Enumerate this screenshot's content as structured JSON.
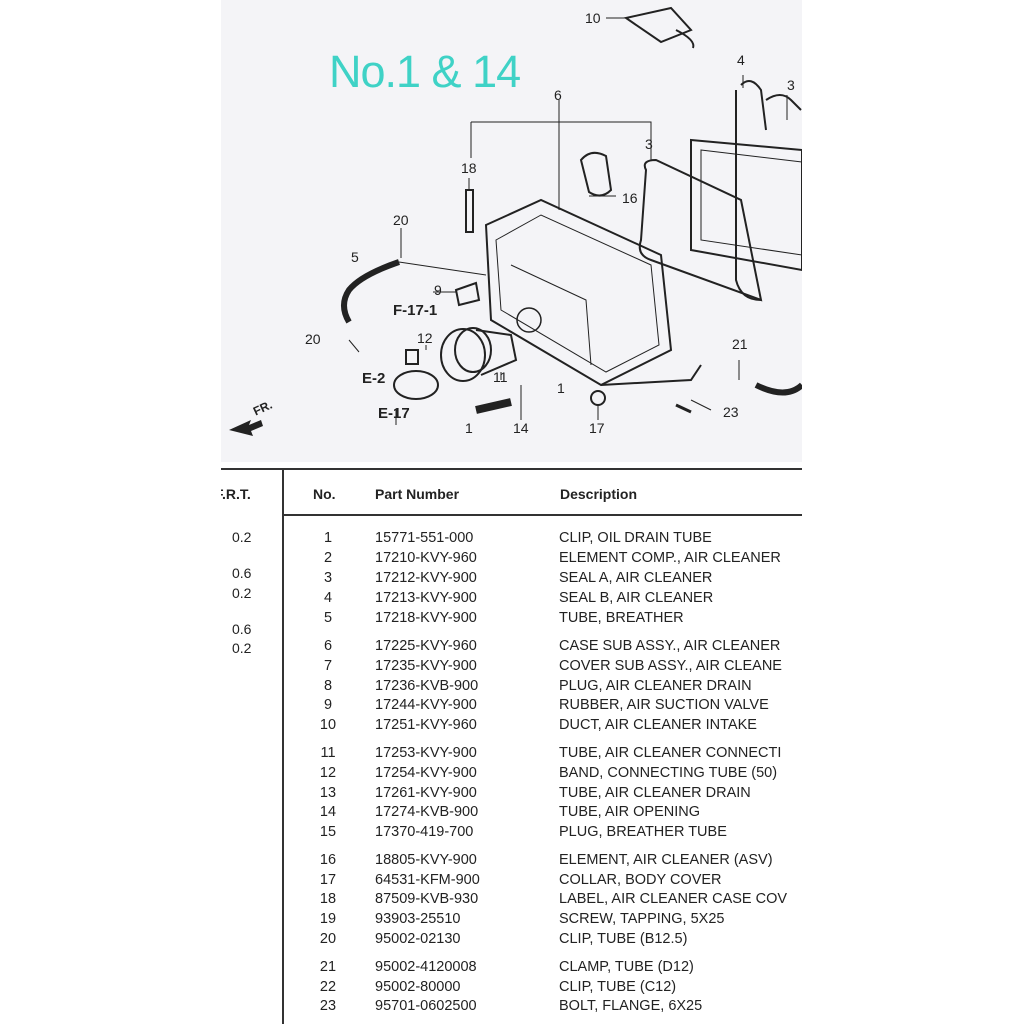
{
  "overlay_title": "No.1 & 14",
  "diagram": {
    "callouts": [
      "10",
      "4",
      "3",
      "6",
      "3",
      "18",
      "16",
      "20",
      "5",
      "9",
      "F-17-1",
      "20",
      "12",
      "E-2",
      "11",
      "1",
      "21",
      "E-17",
      "1",
      "14",
      "17",
      "23"
    ],
    "fr_label": "FR."
  },
  "table": {
    "headers": {
      "frt": "F.R.T.",
      "no": "No.",
      "part_number": "Part Number",
      "description": "Description"
    },
    "frt_values": [
      "0.2",
      "0.6",
      "0.2",
      "0.6",
      "0.2"
    ],
    "rows": [
      {
        "no": "1",
        "part": "15771-551-000",
        "desc": "CLIP, OIL DRAIN TUBE"
      },
      {
        "no": "2",
        "part": "17210-KVY-960",
        "desc": "ELEMENT COMP., AIR CLEANER"
      },
      {
        "no": "3",
        "part": "17212-KVY-900",
        "desc": "SEAL A, AIR CLEANER"
      },
      {
        "no": "4",
        "part": "17213-KVY-900",
        "desc": "SEAL B, AIR CLEANER"
      },
      {
        "no": "5",
        "part": "17218-KVY-900",
        "desc": "TUBE, BREATHER"
      },
      {
        "no": "6",
        "part": "17225-KVY-960",
        "desc": "CASE SUB ASSY., AIR CLEANER"
      },
      {
        "no": "7",
        "part": "17235-KVY-900",
        "desc": "COVER SUB ASSY., AIR CLEANE"
      },
      {
        "no": "8",
        "part": "17236-KVB-900",
        "desc": "PLUG, AIR CLEANER DRAIN"
      },
      {
        "no": "9",
        "part": "17244-KVY-900",
        "desc": "RUBBER, AIR SUCTION VALVE"
      },
      {
        "no": "10",
        "part": "17251-KVY-960",
        "desc": "DUCT, AIR CLEANER INTAKE"
      },
      {
        "no": "11",
        "part": "17253-KVY-900",
        "desc": "TUBE, AIR CLEANER CONNECTI"
      },
      {
        "no": "12",
        "part": "17254-KVY-900",
        "desc": "BAND, CONNECTING TUBE (50)"
      },
      {
        "no": "13",
        "part": "17261-KVY-900",
        "desc": "TUBE, AIR CLEANER DRAIN"
      },
      {
        "no": "14",
        "part": "17274-KVB-900",
        "desc": "TUBE, AIR OPENING"
      },
      {
        "no": "15",
        "part": "17370-419-700",
        "desc": "PLUG, BREATHER TUBE"
      },
      {
        "no": "16",
        "part": "18805-KVY-900",
        "desc": "ELEMENT, AIR CLEANER (ASV)"
      },
      {
        "no": "17",
        "part": "64531-KFM-900",
        "desc": "COLLAR, BODY COVER"
      },
      {
        "no": "18",
        "part": "87509-KVB-930",
        "desc": "LABEL, AIR CLEANER CASE COV"
      },
      {
        "no": "19",
        "part": "93903-25510",
        "desc": "SCREW, TAPPING, 5X25"
      },
      {
        "no": "20",
        "part": "95002-02130",
        "desc": "CLIP, TUBE (B12.5)"
      },
      {
        "no": "21",
        "part": "95002-4120008",
        "desc": "CLAMP, TUBE (D12)"
      },
      {
        "no": "22",
        "part": "95002-80000",
        "desc": "CLIP, TUBE (C12)"
      },
      {
        "no": "23",
        "part": "95701-0602500",
        "desc": "BOLT, FLANGE, 6X25"
      }
    ]
  },
  "colors": {
    "overlay_title": "#3fd2c6",
    "diagram_bg": "#f4f4f7",
    "line": "#222222"
  }
}
